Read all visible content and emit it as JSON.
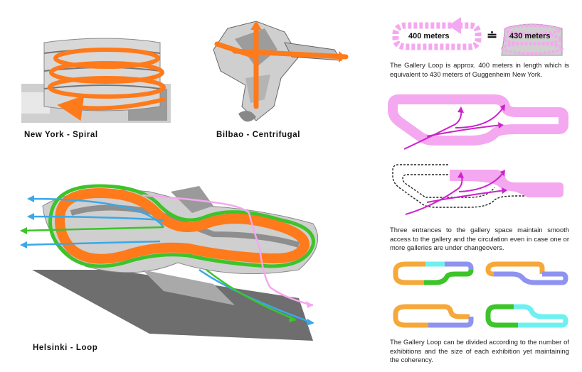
{
  "labels": {
    "new_york": "New York - Spiral",
    "bilbao": "Bilbao - Centrifugal",
    "helsinki": "Helsinki - Loop"
  },
  "comparison": {
    "left_value": "400 meters",
    "symbol": "≐",
    "right_value": "430 meters"
  },
  "paragraphs": {
    "p1": "The Gallery Loop is approx. 400 meters in length which is equivalent to 430 meters of Guggenheim New York.",
    "p2": "Three entrances to the gallery space maintain smooth access to the gallery and the circulation even in case one or more galleries are under changeovers.",
    "p3": "The Gallery Loop can be divided according to the number of exhibitions and the size of each exhibition yet maintaining the coherency."
  },
  "colors": {
    "orange": "#ff7a1a",
    "pink": "#f4a8ef",
    "magenta": "#cc22cc",
    "green": "#3dc42a",
    "blue": "#3aa8e8",
    "cyan": "#6ff0f0",
    "lavender": "#8f93f0",
    "yellow_orange": "#f6a83a"
  }
}
